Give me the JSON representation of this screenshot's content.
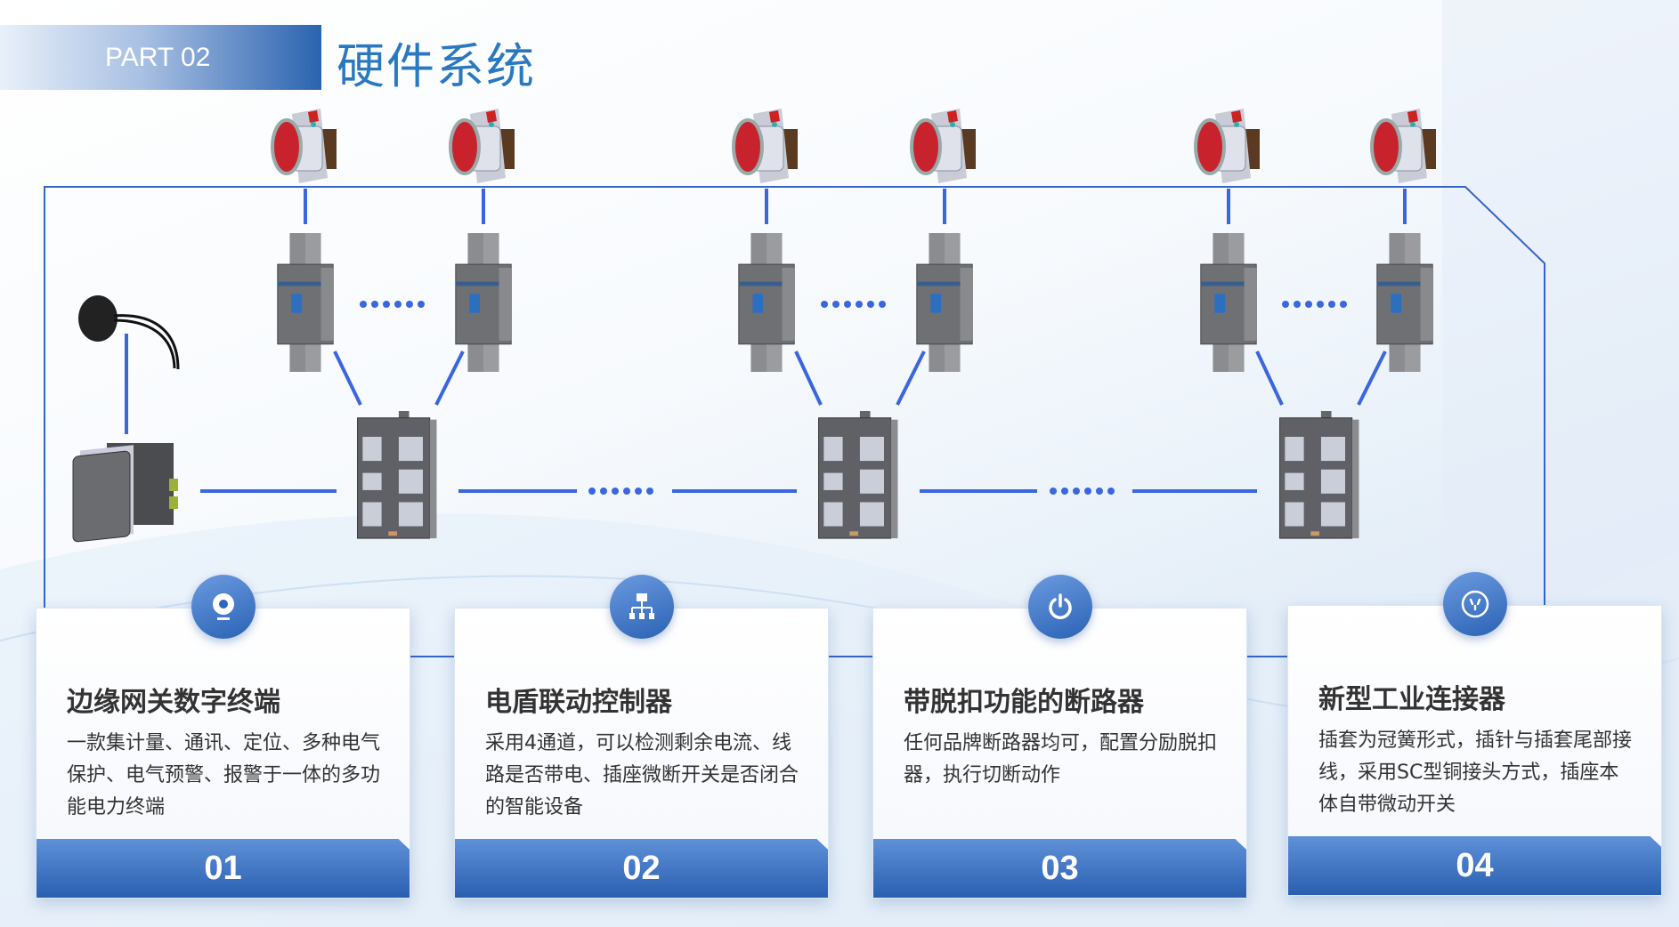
{
  "header": {
    "part_label": "PART 02",
    "title": "硬件系统"
  },
  "colors": {
    "accent": "#2a63b0",
    "line": "#3a66e0",
    "title": "#2a78c0"
  },
  "cards": [
    {
      "number": "01",
      "icon": "camera-icon",
      "title": "边缘网关数字终端",
      "description": "一款集计量、通讯、定位、多种电气保护、电气预警、报警于一体的多功能电力终端"
    },
    {
      "number": "02",
      "icon": "network-icon",
      "title": "电盾联动控制器",
      "description": "采用4通道，可以检测剩余电流、线路是否带电、插座微断开关是否闭合的智能设备"
    },
    {
      "number": "03",
      "icon": "power-icon",
      "title": "带脱扣功能的断路器",
      "description": "任何品牌断路器均可，配置分励脱扣器，执行切断动作"
    },
    {
      "number": "04",
      "icon": "socket-icon",
      "title": "新型工业连接器",
      "description": "插套为冠簧形式，插针与插套尾部接线，采用SC型铜接头方式，插座本体自带微动开关"
    }
  ]
}
